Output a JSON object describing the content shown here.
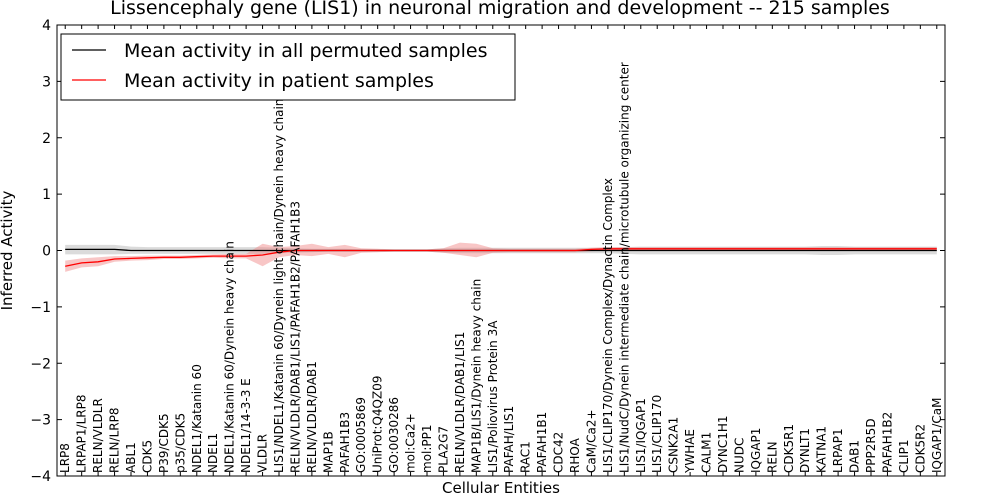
{
  "chart_data": {
    "type": "line",
    "title": "Lissencephaly gene (LIS1) in neuronal migration and development -- 215 samples",
    "xlabel": "Cellular Entities",
    "ylabel": "Inferred Activity",
    "ylim": [
      -4,
      4
    ],
    "yticks": [
      4,
      3,
      2,
      1,
      0,
      -1,
      -2,
      -3,
      -4
    ],
    "ytick_labels": [
      "4",
      "3",
      "2",
      "1",
      "0",
      "−1",
      "−2",
      "−3",
      "−4"
    ],
    "grid": false,
    "legend_position": "top-left",
    "categories": [
      "LRP8",
      "LRPAP1/LRP8",
      "RELN/VLDLR",
      "RELN/LRP8",
      "ABL1",
      "CDK5",
      "P39/CDK5",
      "p35/CDK5",
      "NDEL1/Katanin 60",
      "NDEL1",
      "NDEL1/Katanin 60/Dynein heavy chain",
      "NDEL1/14-3-3 E",
      "VLDLR",
      "LIS1/NDEL1/Katanin 60/Dynein light chain/Dynein heavy chain",
      "RELN/VLDLR/DAB1/LIS1/PAFAH1B2/PAFAH1B3",
      "RELN/VLDLR/DAB1",
      "MAP1B",
      "PAFAH1B3",
      "GO:0005869",
      "UniProt:Q4QZ09",
      "GO:0030286",
      "mol:Ca2+",
      "mol:PP1",
      "PLA2G7",
      "RELN/VLDLR/DAB1/LIS1",
      "MAP1B/LIS1/Dynein heavy chain",
      "LIS1/Poliovirus Protein 3A",
      "PAFAH/LIS1",
      "RAC1",
      "PAFAH1B1",
      "CDC42",
      "RHOA",
      "CaM/Ca2+",
      "LIS1/CLIP170/Dynein Complex/Dynactin Complex",
      "LIS1/NudC/Dynein intermediate chain/microtubule organizing center",
      "LIS1/IQGAP1",
      "LIS1/CLIP170",
      "CSNK2A1",
      "YWHAE",
      "CALM1",
      "DYNC1H1",
      "NUDC",
      "IQGAP1",
      "RELN",
      "CDK5R1",
      "DYNLT1",
      "KATNA1",
      "LRPAP1",
      "DAB1",
      "PPP2R5D",
      "PAFAH1B2",
      "CLIP1",
      "CDK5R2",
      "IQGAP1/CaM"
    ],
    "series": [
      {
        "name": "Mean activity in all permuted samples",
        "color": "#000000",
        "band_color": "#b0b0b0",
        "values": [
          0.02,
          0.02,
          0.02,
          0.02,
          0.0,
          0.0,
          0.0,
          0.0,
          0.0,
          0.0,
          0.0,
          0.0,
          0.0,
          0.0,
          0.0,
          0.0,
          0.0,
          0.0,
          0.0,
          0.0,
          0.0,
          0.0,
          0.0,
          0.0,
          0.0,
          0.0,
          0.0,
          0.0,
          0.0,
          0.0,
          0.0,
          0.0,
          0.0,
          0.0,
          0.0,
          0.0,
          0.0,
          0.0,
          0.0,
          0.0,
          0.0,
          0.0,
          0.0,
          0.0,
          0.0,
          0.0,
          0.0,
          0.0,
          0.0,
          0.0,
          0.0,
          0.0,
          0.0,
          0.0
        ],
        "lower": [
          -0.07,
          -0.07,
          -0.07,
          -0.07,
          -0.06,
          -0.06,
          -0.06,
          -0.06,
          -0.06,
          -0.06,
          -0.06,
          -0.06,
          -0.06,
          -0.05,
          -0.04,
          -0.03,
          -0.02,
          -0.02,
          -0.02,
          -0.02,
          -0.02,
          -0.02,
          -0.02,
          -0.04,
          -0.05,
          -0.05,
          -0.05,
          -0.05,
          -0.05,
          -0.05,
          -0.05,
          -0.05,
          -0.05,
          -0.05,
          -0.06,
          -0.07,
          -0.07,
          -0.07,
          -0.07,
          -0.07,
          -0.07,
          -0.07,
          -0.07,
          -0.07,
          -0.07,
          -0.07,
          -0.08,
          -0.08,
          -0.07,
          -0.07,
          -0.07,
          -0.07,
          -0.07,
          -0.07
        ],
        "upper": [
          0.1,
          0.1,
          0.1,
          0.1,
          0.07,
          0.06,
          0.06,
          0.06,
          0.06,
          0.06,
          0.06,
          0.06,
          0.06,
          0.05,
          0.04,
          0.03,
          0.03,
          0.03,
          0.02,
          0.02,
          0.02,
          0.02,
          0.02,
          0.04,
          0.05,
          0.05,
          0.05,
          0.05,
          0.05,
          0.05,
          0.05,
          0.05,
          0.05,
          0.05,
          0.06,
          0.07,
          0.07,
          0.07,
          0.07,
          0.07,
          0.07,
          0.07,
          0.07,
          0.07,
          0.07,
          0.07,
          0.08,
          0.08,
          0.07,
          0.07,
          0.07,
          0.07,
          0.07,
          0.07
        ]
      },
      {
        "name": "Mean activity in patient samples",
        "color": "#ff0000",
        "band_color": "#f08080",
        "values": [
          -0.28,
          -0.22,
          -0.2,
          -0.15,
          -0.14,
          -0.13,
          -0.12,
          -0.12,
          -0.11,
          -0.1,
          -0.1,
          -0.1,
          -0.08,
          -0.03,
          0.0,
          0.0,
          0.0,
          0.0,
          0.0,
          0.0,
          0.0,
          0.0,
          0.0,
          0.0,
          0.0,
          0.0,
          0.0,
          0.0,
          0.0,
          0.0,
          0.0,
          0.0,
          0.02,
          0.03,
          0.03,
          0.03,
          0.03,
          0.03,
          0.03,
          0.03,
          0.03,
          0.03,
          0.03,
          0.03,
          0.03,
          0.03,
          0.03,
          0.03,
          0.03,
          0.03,
          0.03,
          0.03,
          0.03,
          0.03
        ],
        "lower": [
          -0.38,
          -0.3,
          -0.28,
          -0.2,
          -0.18,
          -0.17,
          -0.15,
          -0.15,
          -0.14,
          -0.13,
          -0.14,
          -0.14,
          -0.28,
          -0.12,
          -0.08,
          -0.1,
          -0.06,
          -0.12,
          -0.04,
          -0.03,
          -0.02,
          -0.02,
          -0.02,
          -0.04,
          -0.08,
          -0.12,
          -0.04,
          -0.03,
          -0.03,
          -0.03,
          -0.03,
          -0.03,
          -0.01,
          0.0,
          0.0,
          0.0,
          0.0,
          0.0,
          0.0,
          0.0,
          0.0,
          0.0,
          0.0,
          0.0,
          0.0,
          0.0,
          0.0,
          0.0,
          0.0,
          0.0,
          0.0,
          0.0,
          0.0,
          0.0
        ],
        "upper": [
          -0.18,
          -0.14,
          -0.12,
          -0.1,
          -0.1,
          -0.09,
          -0.09,
          -0.09,
          -0.08,
          -0.07,
          -0.06,
          -0.06,
          0.12,
          0.06,
          0.08,
          0.12,
          0.06,
          0.1,
          0.04,
          0.03,
          0.02,
          0.02,
          0.02,
          0.04,
          0.14,
          0.12,
          0.04,
          0.03,
          0.03,
          0.03,
          0.03,
          0.03,
          0.05,
          0.06,
          0.06,
          0.06,
          0.06,
          0.06,
          0.06,
          0.06,
          0.06,
          0.06,
          0.06,
          0.06,
          0.06,
          0.06,
          0.06,
          0.06,
          0.06,
          0.06,
          0.06,
          0.06,
          0.06,
          0.06
        ]
      }
    ]
  }
}
